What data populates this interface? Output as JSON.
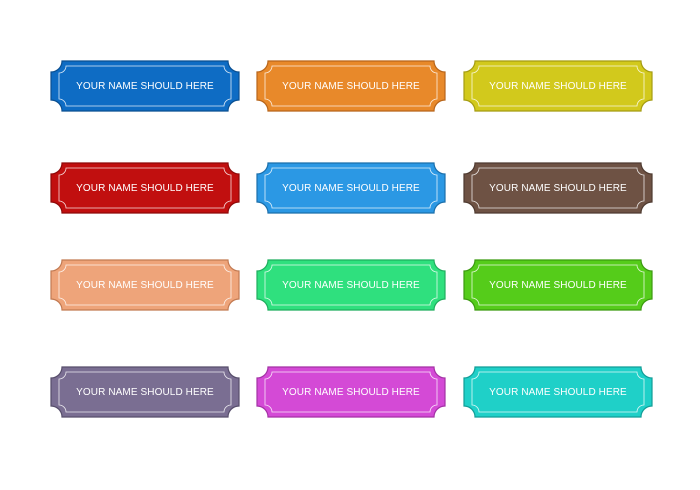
{
  "plaques": [
    {
      "label": "YOUR NAME SHOULD HERE",
      "color": "#0e6cc4",
      "edge": "#0a4f91"
    },
    {
      "label": "YOUR NAME SHOULD HERE",
      "color": "#e8892a",
      "edge": "#b8651a"
    },
    {
      "label": "YOUR NAME SHOULD HERE",
      "color": "#d2c91c",
      "edge": "#a59c12"
    },
    {
      "label": "YOUR NAME SHOULD HERE",
      "color": "#c10f0f",
      "edge": "#8e0909"
    },
    {
      "label": "YOUR NAME SHOULD HERE",
      "color": "#2b98e4",
      "edge": "#1b6fab"
    },
    {
      "label": "YOUR NAME SHOULD HERE",
      "color": "#6e5244",
      "edge": "#4e3a30"
    },
    {
      "label": "YOUR NAME SHOULD HERE",
      "color": "#eea47a",
      "edge": "#c27a52"
    },
    {
      "label": "YOUR NAME SHOULD HERE",
      "color": "#2fe07e",
      "edge": "#1fae5e"
    },
    {
      "label": "YOUR NAME SHOULD HERE",
      "color": "#55cc1a",
      "edge": "#3b9a0f"
    },
    {
      "label": "YOUR NAME SHOULD HERE",
      "color": "#7a6e92",
      "edge": "#574e6b"
    },
    {
      "label": "YOUR NAME SHOULD HERE",
      "color": "#d44ad6",
      "edge": "#a332a5"
    },
    {
      "label": "YOUR NAME SHOULD HERE",
      "color": "#1fd0c8",
      "edge": "#129d97"
    }
  ]
}
